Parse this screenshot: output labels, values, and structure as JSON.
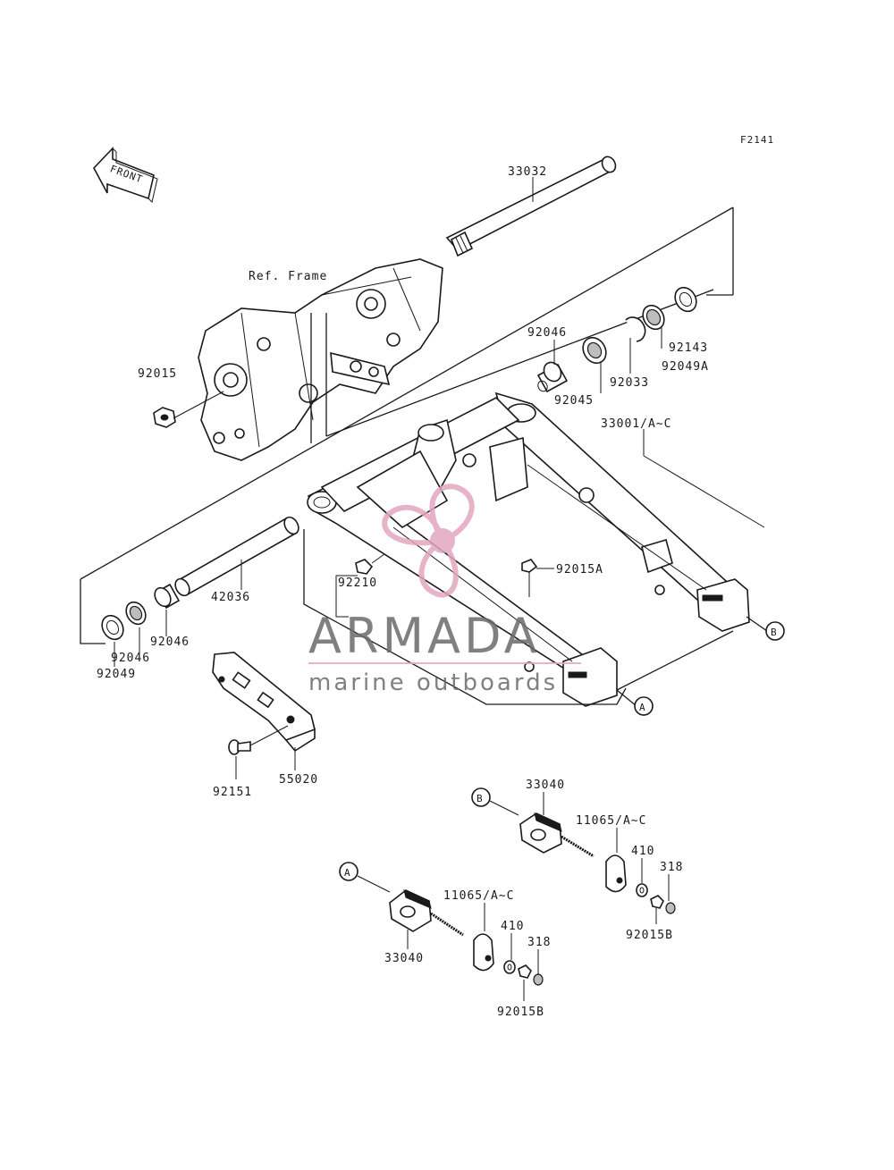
{
  "figure_code": "F2141",
  "front_label": "FRONT",
  "ref_frame_label": "Ref. Frame",
  "parts": {
    "p33032": "33032",
    "p92015": "92015",
    "p92046_top": "92046",
    "p92045": "92045",
    "p92033": "92033",
    "p92049a": "92049A",
    "p92143": "92143",
    "p33001": "33001/A~C",
    "p92015a": "92015A",
    "p92210": "92210",
    "p42036": "42036",
    "p92046_a": "92046",
    "p92046_b": "92046",
    "p92049": "92049",
    "p92151": "92151",
    "p55020": "55020",
    "p33040_b": "33040",
    "p11065_b": "11065/A~C",
    "p410_b": "410",
    "p318_b": "318",
    "p92015b_b": "92015B",
    "p33040_a": "33040",
    "p11065_a": "11065/A~C",
    "p410_a": "410",
    "p318_a": "318",
    "p92015b_a": "92015B"
  },
  "callouts": {
    "a_main": "A",
    "b_main": "B",
    "b_sub": "B",
    "a_sub": "A"
  },
  "watermark": {
    "brand": "ARMADA",
    "tagline": "marine outboards",
    "brand_color": "#6b6b6b",
    "accent_color": "#e3a6c0"
  },
  "colors": {
    "line": "#1a1a1a",
    "background": "#ffffff"
  }
}
